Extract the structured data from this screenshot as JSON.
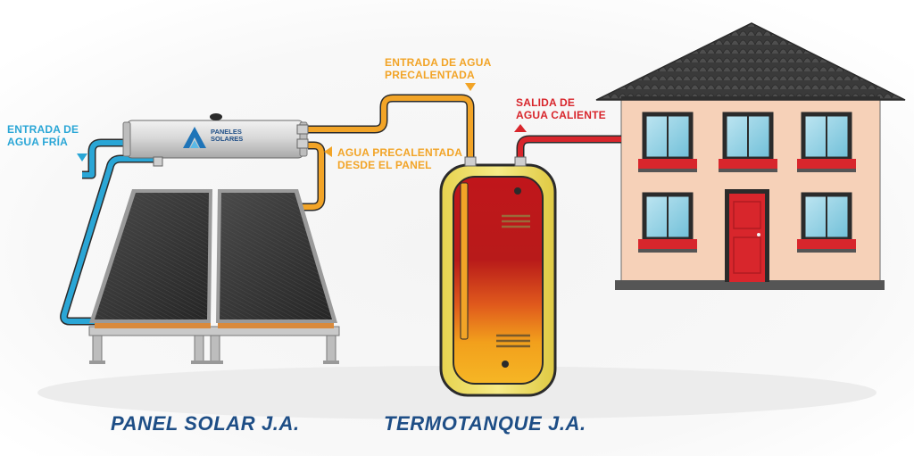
{
  "labels": {
    "cold_inlet": {
      "line1": "ENTRADA DE",
      "line2": "AGUA FRÍA"
    },
    "preheated_from_panel": {
      "line1": "AGUA PRECALENTADA",
      "line2": "DESDE EL PANEL"
    },
    "preheated_inlet": {
      "line1": "ENTRADA DE AGUA",
      "line2": "PRECALENTADA"
    },
    "hot_outlet": {
      "line1": "SALIDA DE",
      "line2": "AGUA CALIENTE"
    }
  },
  "tank_logo": {
    "line1": "PANELES",
    "line2": "SOLARES"
  },
  "captions": {
    "panel": "PANEL SOLAR J.A.",
    "heater": "TERMOTANQUE J.A."
  },
  "colors": {
    "cold_pipe": "#2aa6d6",
    "warm_pipe": "#f2a427",
    "hot_pipe": "#d8262c",
    "caption": "#1e4e86"
  }
}
